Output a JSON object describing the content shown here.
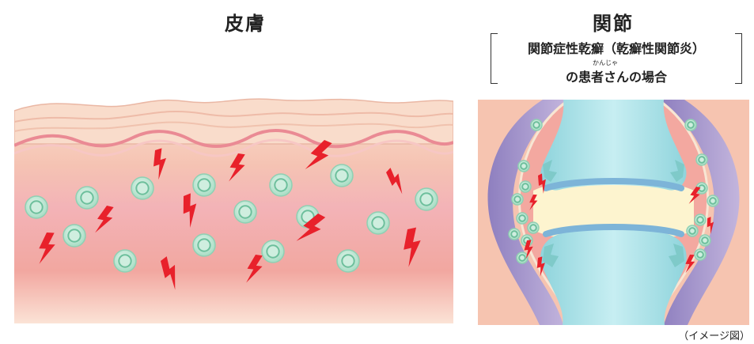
{
  "skin": {
    "title": "皮膚"
  },
  "joint": {
    "title": "関節",
    "caption_line1": "関節症性乾癬（乾癬性関節炎）",
    "caption_ruby": "かんじゃ",
    "caption_line2": "の患者さんの場合"
  },
  "note": "（イメージ図）",
  "colors": {
    "skin_top": "#f8d2bb",
    "skin_band": "#f0aaa5",
    "skin_middle": "#f3b8b5",
    "skin_bottom": "#fbe1d4",
    "cell_outer": "#b7e5cf",
    "cell_inner": "#7ccaa8",
    "lightning": "#e8212b",
    "bone": "#a9e3e8",
    "cartilage": "#7db4d8",
    "synovial_fluid": "#fdf5d0",
    "capsule": "#9f8fc4",
    "background_joint": "#f6c3ae"
  }
}
